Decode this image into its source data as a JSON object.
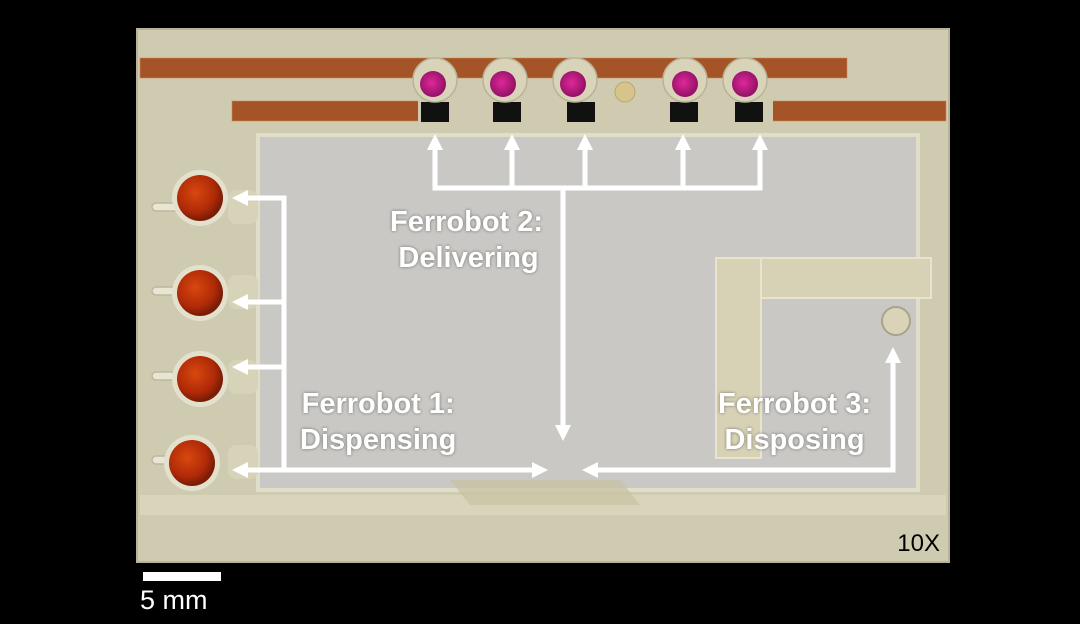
{
  "labels": {
    "ferrobot1_line1": "Ferrobot 1:",
    "ferrobot1_line2": "Dispensing",
    "ferrobot2_line1": "Ferrobot 2:",
    "ferrobot2_line2": "Delivering",
    "ferrobot3_line1": "Ferrobot 3:",
    "ferrobot3_line2": "Disposing"
  },
  "magnification": "10X",
  "scale_bar": "5 mm",
  "colors": {
    "background": "#000000",
    "chip_body": "#cfcbb1",
    "chamber": "#c8c8c8",
    "copper": "#a9582a",
    "reagent_red": "#b32a08",
    "well_magenta": "#c2187a",
    "arrow": "#ffffff"
  }
}
